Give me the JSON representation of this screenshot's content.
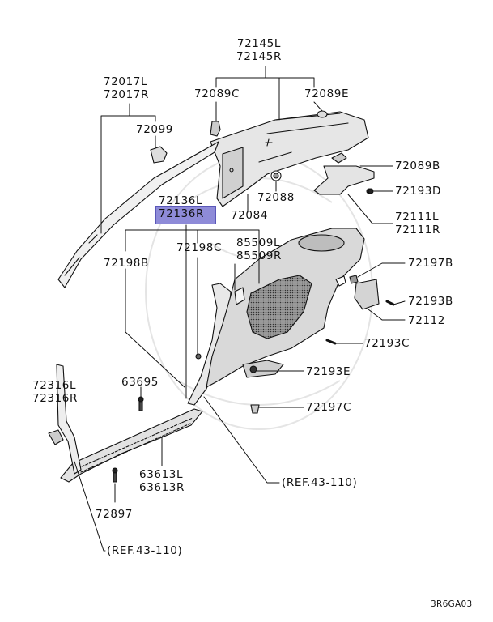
{
  "labels": {
    "p72145": [
      "72145L",
      "72145R"
    ],
    "p72017": [
      "72017L",
      "72017R"
    ],
    "p72089C": "72089C",
    "p72089E": "72089E",
    "p72099": "72099",
    "p72089B": "72089B",
    "p72193D": "72193D",
    "p72088": "72088",
    "p72136": [
      "72136L",
      "72136R"
    ],
    "p72084": "72084",
    "p72111": [
      "72111L",
      "72111R"
    ],
    "p72198C": "72198C",
    "p85509": [
      "85509L",
      "85509R"
    ],
    "p72198B": "72198B",
    "p72197B": "72197B",
    "p72193B": "72193B",
    "p72112": "72112",
    "p72193C": "72193C",
    "p63695": "63695",
    "p72193E": "72193E",
    "p72316": [
      "72316L",
      "72316R"
    ],
    "p72197C": "72197C",
    "p63613": [
      "63613L",
      "63613R"
    ],
    "ref1": "(REF.43-110)",
    "p72897": "72897",
    "ref2": "(REF.43-110)"
  },
  "diagram_code": "3R6GA03",
  "highlighted_part": "72136R",
  "colors": {
    "highlight": "#8e8bd8",
    "line": "#111111",
    "panel_fill": "#d9d9d9"
  }
}
